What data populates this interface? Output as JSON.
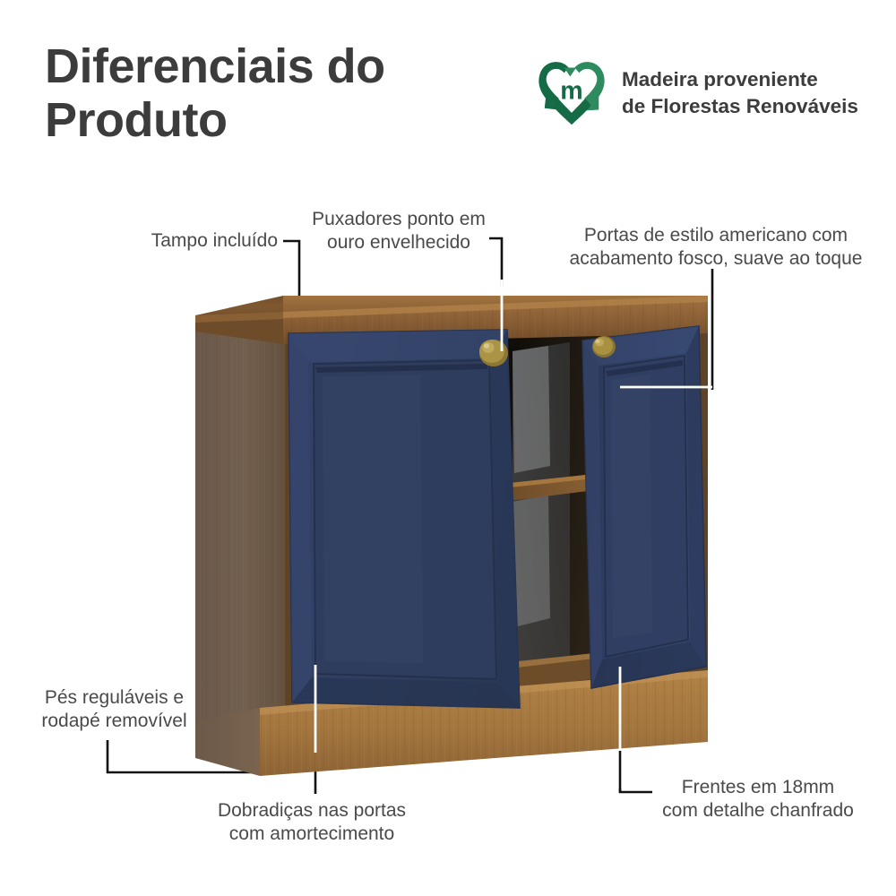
{
  "header": {
    "title": "Diferenciais do Produto",
    "badge": {
      "icon": "recycling-heart-logo-icon",
      "monogram": "m",
      "text": "Madeira proveniente\nde Florestas Renováveis",
      "green_dark": "#146b45",
      "green_mid": "#2e8b5f"
    }
  },
  "callouts": [
    {
      "id": "tampo",
      "text": "Tampo incluído"
    },
    {
      "id": "puxadores",
      "text": "Puxadores ponto em\nouro envelhecido"
    },
    {
      "id": "portas",
      "text": "Portas de estilo americano com\nacabamento fosco, suave ao toque"
    },
    {
      "id": "pes",
      "text": "Pés reguláveis e\nrodapé removível"
    },
    {
      "id": "dobradicas",
      "text": "Dobradiças nas portas\ncom amortecimento"
    },
    {
      "id": "frentes",
      "text": "Frentes em 18mm\ncom detalhe chanfrado"
    }
  ],
  "product": {
    "name": "balcao-2-portas",
    "colors": {
      "door_navy": "#2f3d60",
      "door_navy_light": "#3a4a70",
      "door_navy_dark": "#23304d",
      "top_wood": "#8a5f35",
      "top_wood_light": "#9a6d3e",
      "side_wood": "#6d5a4c",
      "base_wood": "#a9783f",
      "knob_gold": "#a9913f",
      "interior_dark": "#1b1610",
      "shelf_wood": "#7a5630"
    },
    "parts": [
      "countertop",
      "left-side-panel",
      "left-door",
      "right-door",
      "door-knob-left",
      "door-knob-right",
      "interior-shelf",
      "plinth-base"
    ]
  },
  "text_color": "#4a4a4a",
  "background": "#ffffff"
}
